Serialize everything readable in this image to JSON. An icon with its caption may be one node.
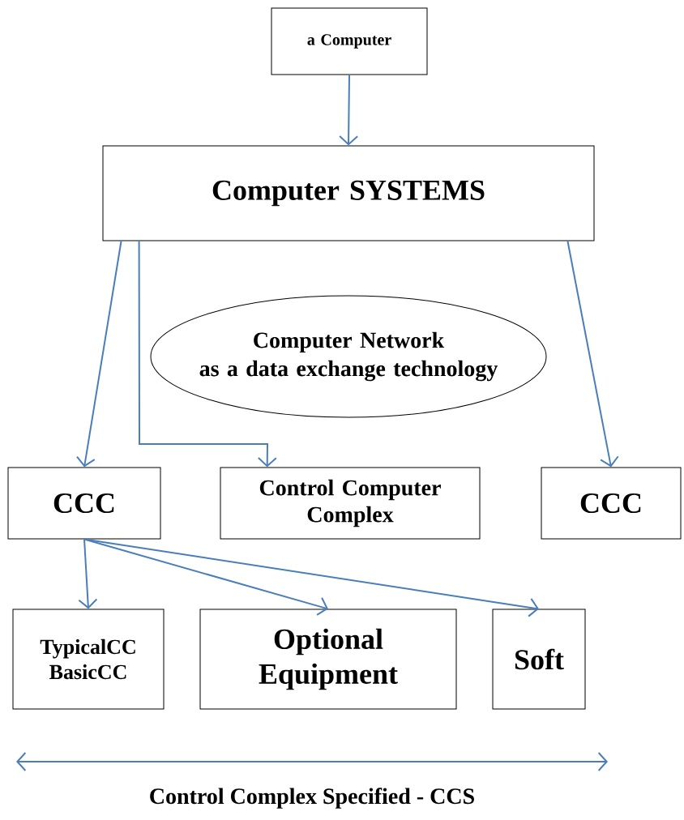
{
  "diagram": {
    "nodes": [
      {
        "text": [
          "a Computer"
        ]
      },
      {
        "text": [
          "Computer SYSTEMS"
        ]
      },
      {
        "text": [
          "Computer Network",
          "as a data exchange technology"
        ]
      },
      {
        "text": [
          "CCC"
        ]
      },
      {
        "text": [
          "Control Computer Complex"
        ]
      },
      {
        "text": [
          "CCC"
        ]
      },
      {
        "text": [
          "TypicalCC BasicCC"
        ]
      },
      {
        "text": [
          "Optional Equipment"
        ]
      },
      {
        "text": [
          "Soft"
        ]
      }
    ],
    "edges": [
      {
        "from": 0,
        "to": 1,
        "arrow": "to"
      },
      {
        "from": 1,
        "to": 3,
        "arrow": "to"
      },
      {
        "from": 1,
        "to": 4,
        "arrow": "to"
      },
      {
        "from": 1,
        "to": 5,
        "arrow": "to"
      },
      {
        "from": 3,
        "to": 6,
        "arrow": "to"
      },
      {
        "from": 3,
        "to": 7,
        "arrow": "to"
      },
      {
        "from": 3,
        "to": 8,
        "arrow": "to"
      }
    ],
    "labels": [
      "Control Complex Specified - CCS"
    ]
  }
}
